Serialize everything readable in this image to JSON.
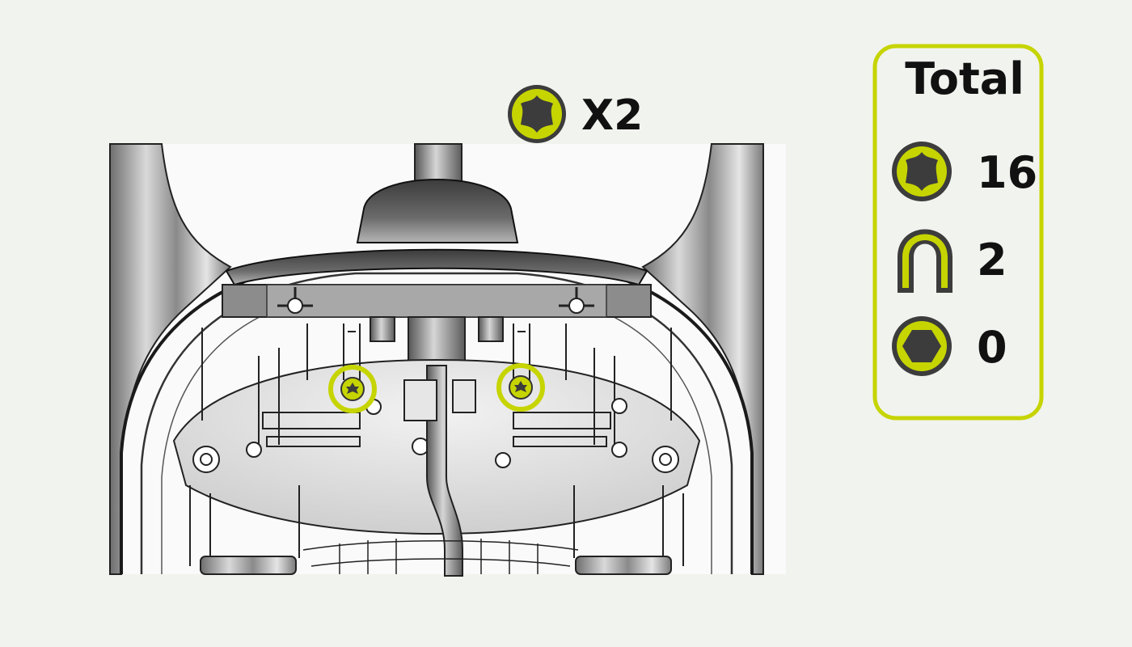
{
  "step": {
    "screw_icon": "torx-screw-icon",
    "quantity": "X2"
  },
  "total_panel": {
    "title": "Total",
    "items": [
      {
        "icon": "torx-screw-icon",
        "count": "16"
      },
      {
        "icon": "u-clip-icon",
        "count": "2"
      },
      {
        "icon": "hex-screw-icon",
        "count": "0"
      }
    ]
  },
  "colors": {
    "background": "#f1f3ee",
    "accent": "#c6d400",
    "screw_fill": "#3c3c3c"
  }
}
